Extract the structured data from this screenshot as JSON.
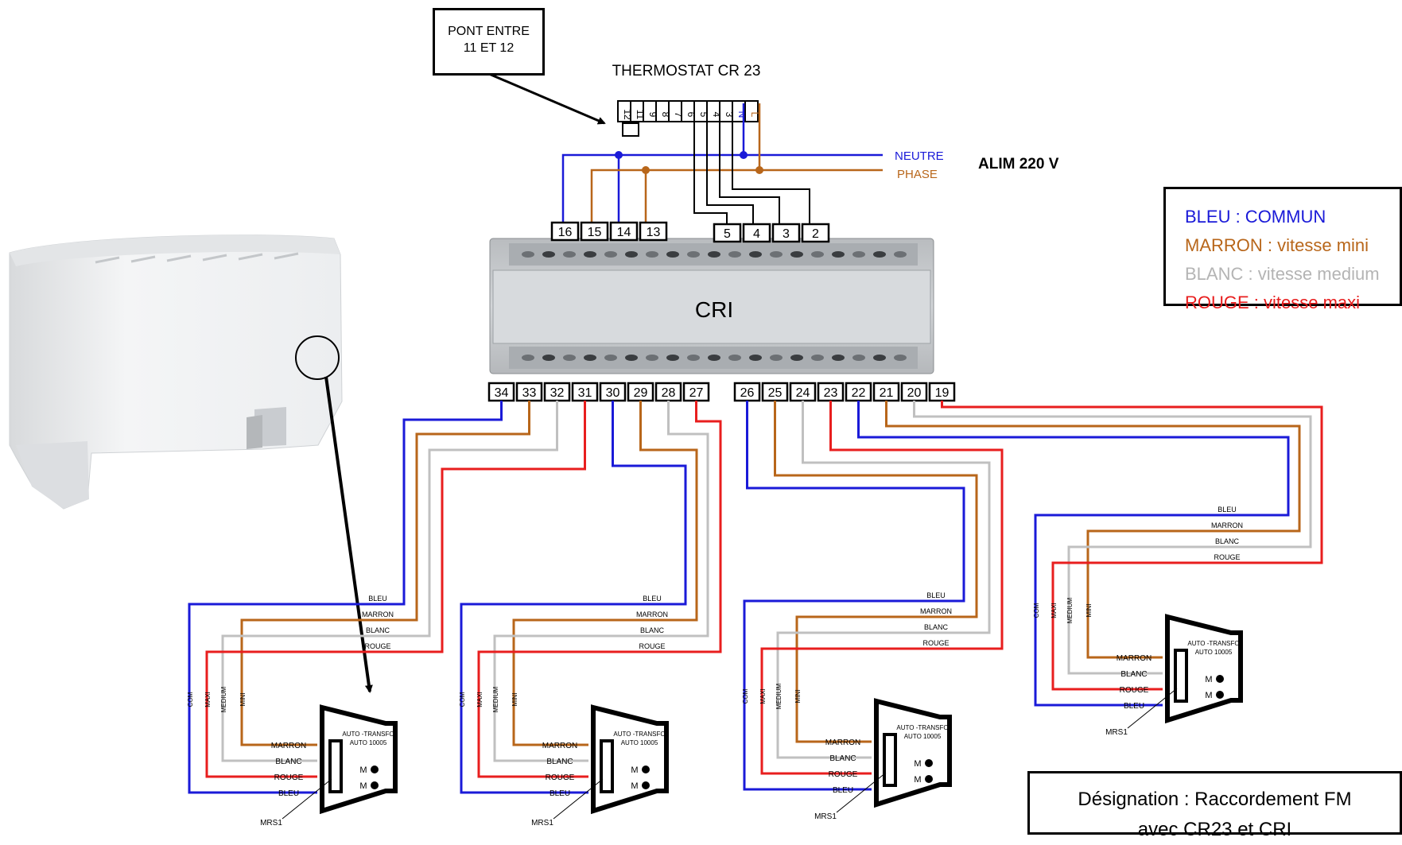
{
  "pont_box": {
    "line1": "PONT  ENTRE",
    "line2": "11 ET 12"
  },
  "thermostat": {
    "title": "THERMOSTAT CR 23",
    "terminals": [
      "12",
      "11",
      "9",
      "8",
      "7",
      "6",
      "5",
      "4",
      "3",
      "N",
      "L"
    ]
  },
  "supply": {
    "neutral": "NEUTRE",
    "phase": "PHASE",
    "alim": "ALIM 220 V"
  },
  "legend": {
    "bleu": "BLEU : COMMUN",
    "marron": "MARRON : vitesse mini",
    "blanc": "BLANC : vitesse medium",
    "rouge": "ROUGE  : vitesse maxi"
  },
  "cri": {
    "label": "CRI",
    "top_left_terminals": [
      "16",
      "15",
      "14",
      "13"
    ],
    "top_right_terminals": [
      "5",
      "4",
      "3",
      "2"
    ],
    "bottom_left_terminals": [
      "34",
      "33",
      "32",
      "31",
      "30",
      "29",
      "28",
      "27"
    ],
    "bottom_right_terminals": [
      "26",
      "25",
      "24",
      "23",
      "22",
      "21",
      "20",
      "19"
    ]
  },
  "wire_labels": {
    "bleu": "BLEU",
    "marron": "MARRON",
    "blanc": "BLANC",
    "rouge": "ROUGE"
  },
  "speed_labels": {
    "com": "COM",
    "maxi": "MAXI",
    "medium": "MEDIUM",
    "mini": "MINI"
  },
  "transfo": {
    "line1": "AUTO -TRANSFO",
    "line2": "AUTO 10005",
    "motor": "M",
    "mrs": "MRS1"
  },
  "designation": {
    "line1": "Désignation : Raccordement FM",
    "line2": "avec CR23 et CRI"
  },
  "colors": {
    "bleu": "#1a1ad8",
    "marron": "#b8661a",
    "blanc": "#c0c0c0",
    "rouge": "#e81e1e"
  }
}
